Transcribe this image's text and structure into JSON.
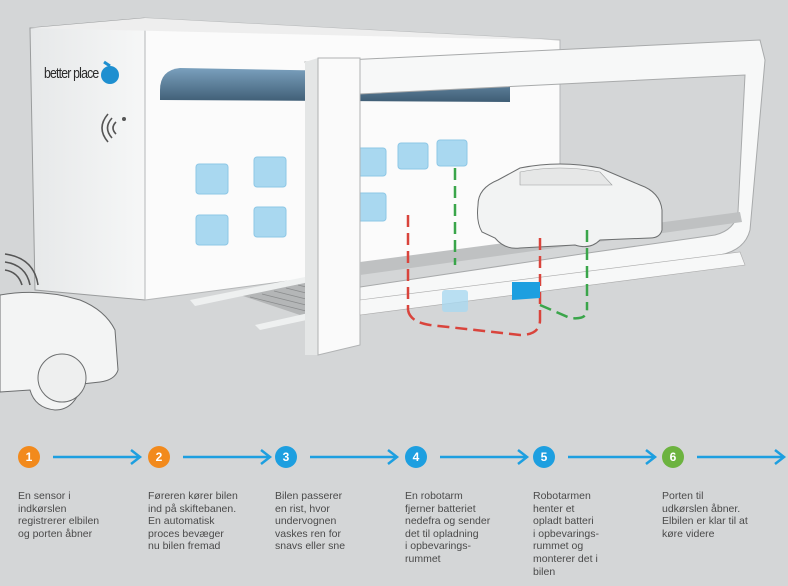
{
  "brand": {
    "logo_text": "better place",
    "logo_color": "#1e8fd0"
  },
  "scene": {
    "description": "Battery switch station illustration with building, battery storage racks, conveyor lane, car and robotic arm paths",
    "elements": [
      "station-building",
      "battery-storage-rack",
      "wireless-sensor",
      "entry-car",
      "wash-grate",
      "switch-lane-frame",
      "car-on-lane",
      "battery-removal-path",
      "battery-delivery-path"
    ],
    "path_colors": {
      "removal": "#d9443c",
      "delivery": "#3aa54a"
    },
    "battery_color": "#a9d8f0"
  },
  "steps": [
    {
      "number": "1",
      "color": "#f28a1c",
      "text": "En sensor i\nindkørslen\nregistrerer elbilen\nog porten åbner"
    },
    {
      "number": "2",
      "color": "#f28a1c",
      "text": "Føreren kører bilen\nind på skiftebanen.\nEn automatisk\nproces bevæger\nnu bilen fremad"
    },
    {
      "number": "3",
      "color": "#1d9fe0",
      "text": "Bilen passerer\nen rist, hvor\nundervognen\nvaskes ren for\nsnavs eller sne"
    },
    {
      "number": "4",
      "color": "#1d9fe0",
      "text": "En robotarm\nfjerner batteriet\nnedefra og sender\ndet til opladning\ni opbevarings-\nrummet"
    },
    {
      "number": "5",
      "color": "#1d9fe0",
      "text": "Robotarmen\nhenter et\nopladt batteri\ni opbevarings-\nrummet og\nmonterer det i\nbilen"
    },
    {
      "number": "6",
      "color": "#6cb33f",
      "text": "Porten til\nudkørslen åbner.\nElbilen er klar til at\nkøre videre"
    }
  ],
  "arrow_color": "#1d9fe0"
}
